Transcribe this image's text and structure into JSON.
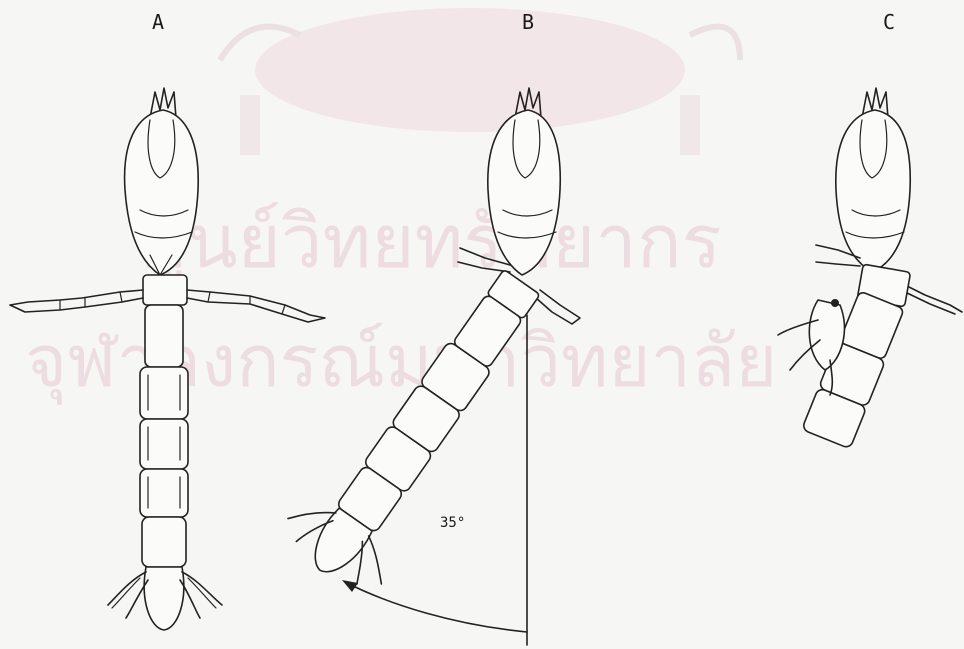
{
  "panels": {
    "a": {
      "label": "A"
    },
    "b": {
      "label": "B",
      "angle_label": "35°"
    },
    "c": {
      "label": "C"
    }
  },
  "watermark": {
    "line1": "ศูนย์วิทยทรัพยากร",
    "line2": "จุฬาลงกรณ์มหาวิทยาลัย",
    "color": "#e6c8d2"
  },
  "colors": {
    "ink": "#222222",
    "paper": "#f6f6f4",
    "seal": "#efc9d6"
  }
}
